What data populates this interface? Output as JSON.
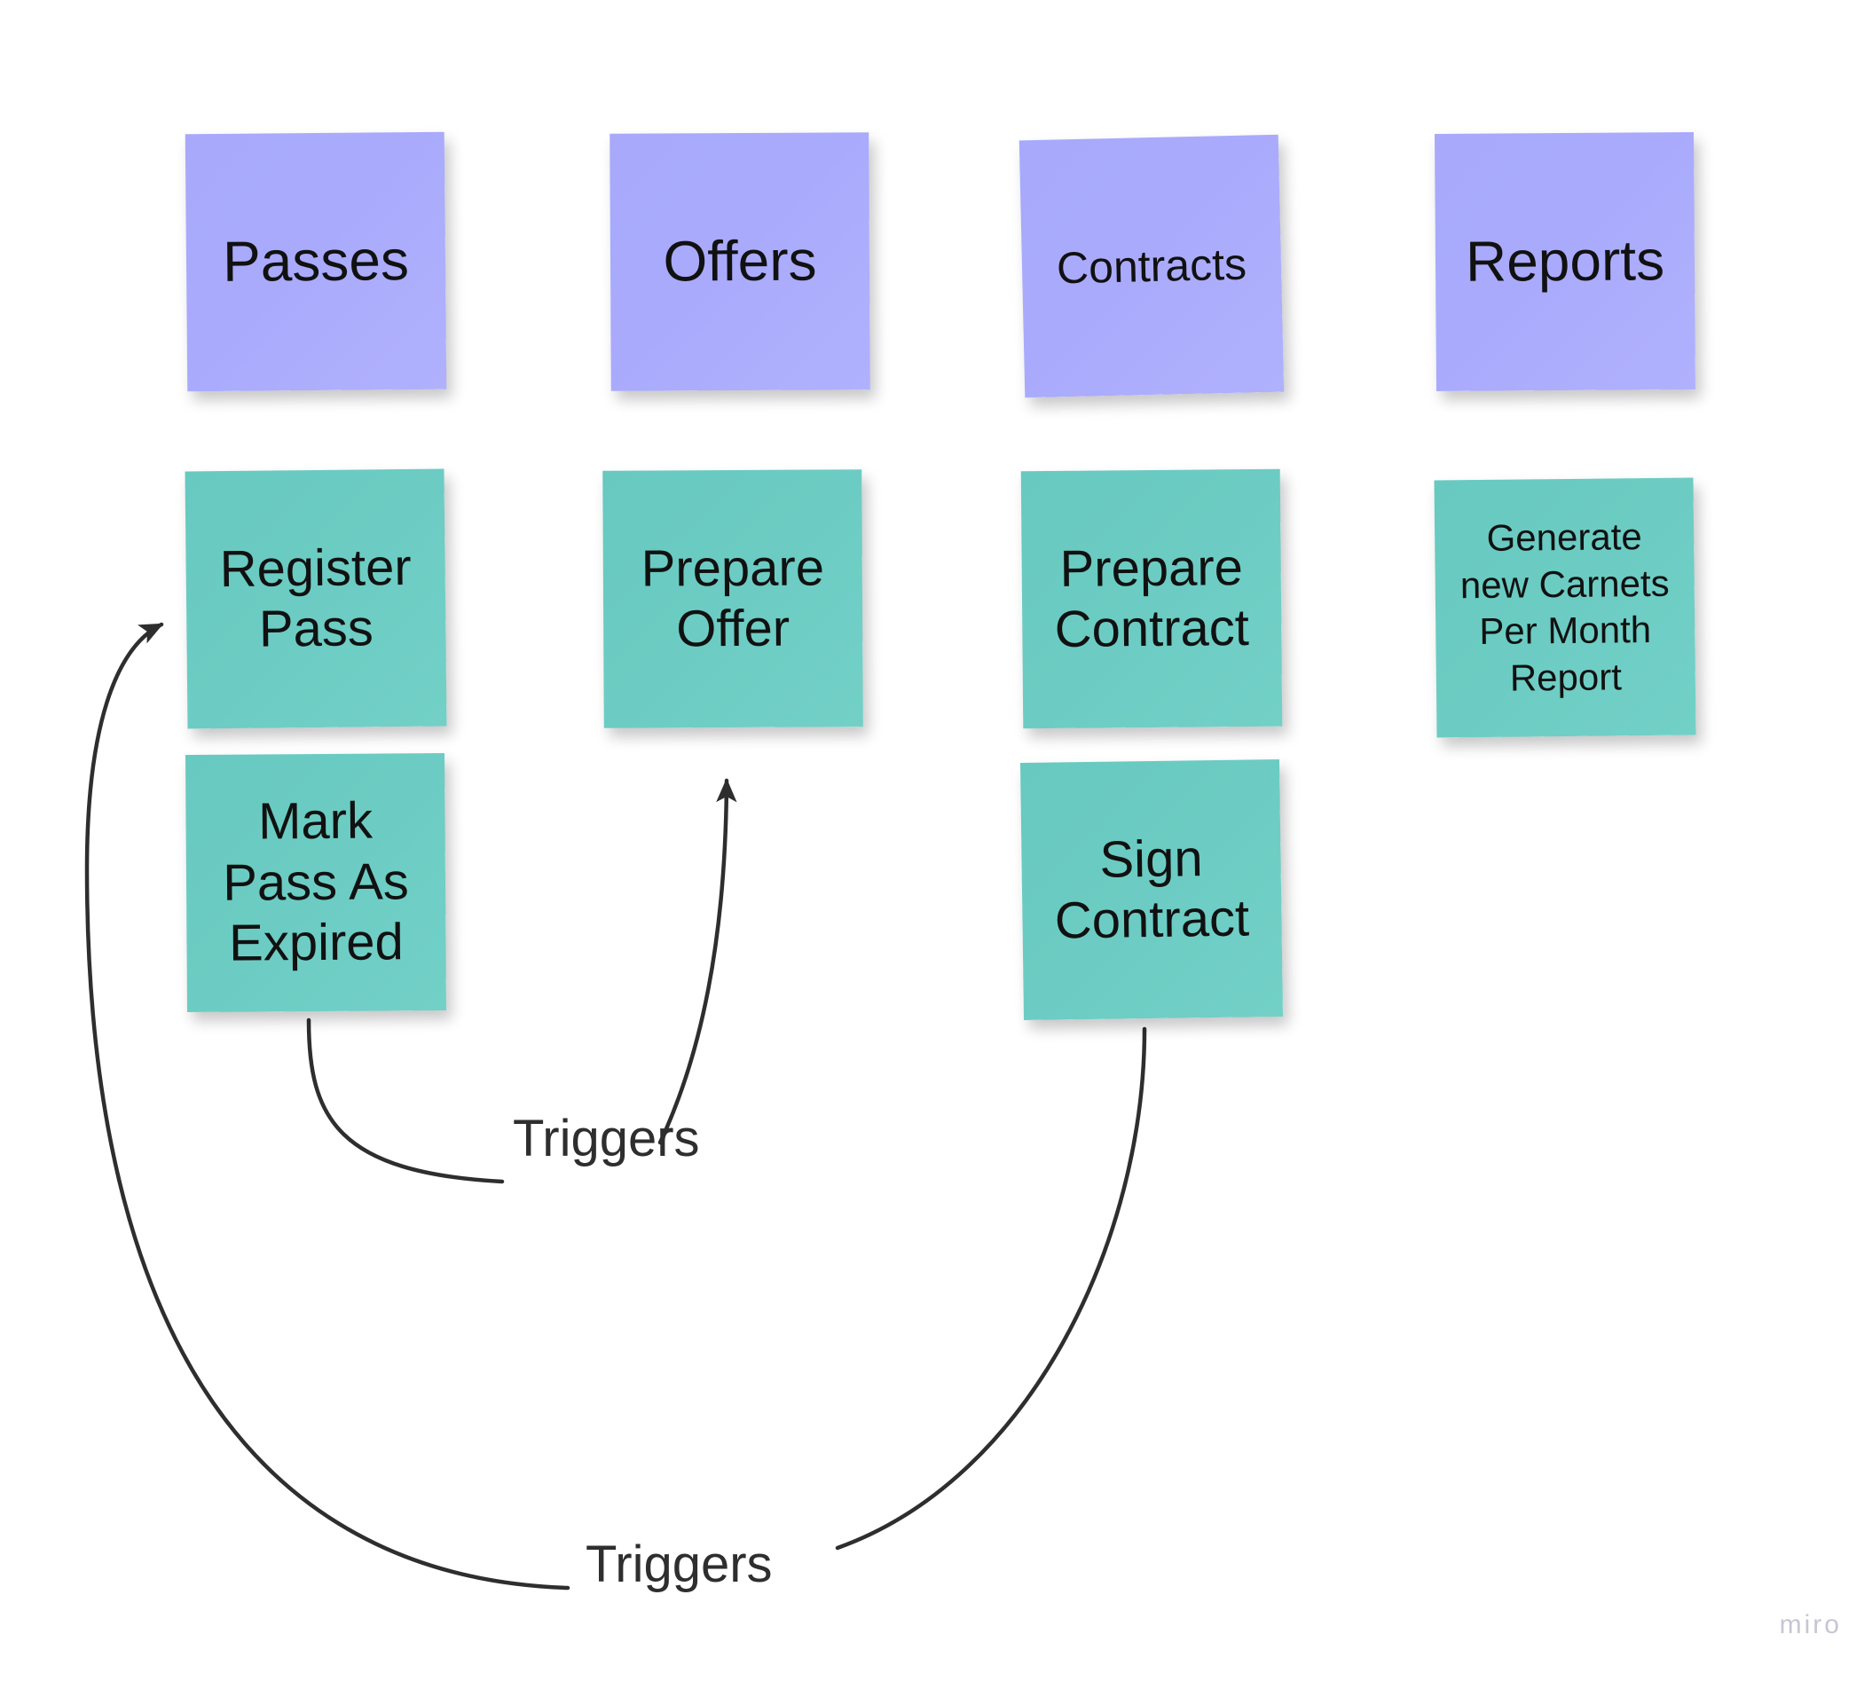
{
  "board": {
    "background_color": "#ffffff",
    "watermark": "miro"
  },
  "colors": {
    "category_note": "#a9aafc",
    "task_note": "#6bccc3",
    "note_text": "#111111",
    "connector": "#2e2e2e",
    "edge_label_text": "#2e2e2e",
    "watermark_text": "#c6c6d4"
  },
  "columns": [
    {
      "category": "Passes",
      "tasks": [
        "Register\nPass",
        "Mark\nPass As\nExpired"
      ]
    },
    {
      "category": "Offers",
      "tasks": [
        "Prepare\nOffer"
      ]
    },
    {
      "category": "Contracts",
      "tasks": [
        "Prepare\nContract",
        "Sign\nContract"
      ]
    },
    {
      "category": "Reports",
      "tasks": [
        "Generate\nnew Carnets\nPer Month\nReport"
      ]
    }
  ],
  "notes": {
    "passes": "Passes",
    "offers": "Offers",
    "contracts": "Contracts",
    "reports": "Reports",
    "register_pass": "Register\nPass",
    "mark_pass_expired": "Mark\nPass As\nExpired",
    "prepare_offer": "Prepare\nOffer",
    "prepare_contract": "Prepare\nContract",
    "sign_contract": "Sign\nContract",
    "generate_report": "Generate\nnew Carnets\nPer Month\nReport"
  },
  "connections": [
    {
      "from": "Mark Pass As Expired",
      "to": "Prepare Offer",
      "label": "Triggers"
    },
    {
      "from": "Sign Contract",
      "to": "Register Pass",
      "label": "Triggers"
    }
  ],
  "edge_labels": {
    "triggers_offer": "Triggers",
    "triggers_pass": "Triggers"
  }
}
